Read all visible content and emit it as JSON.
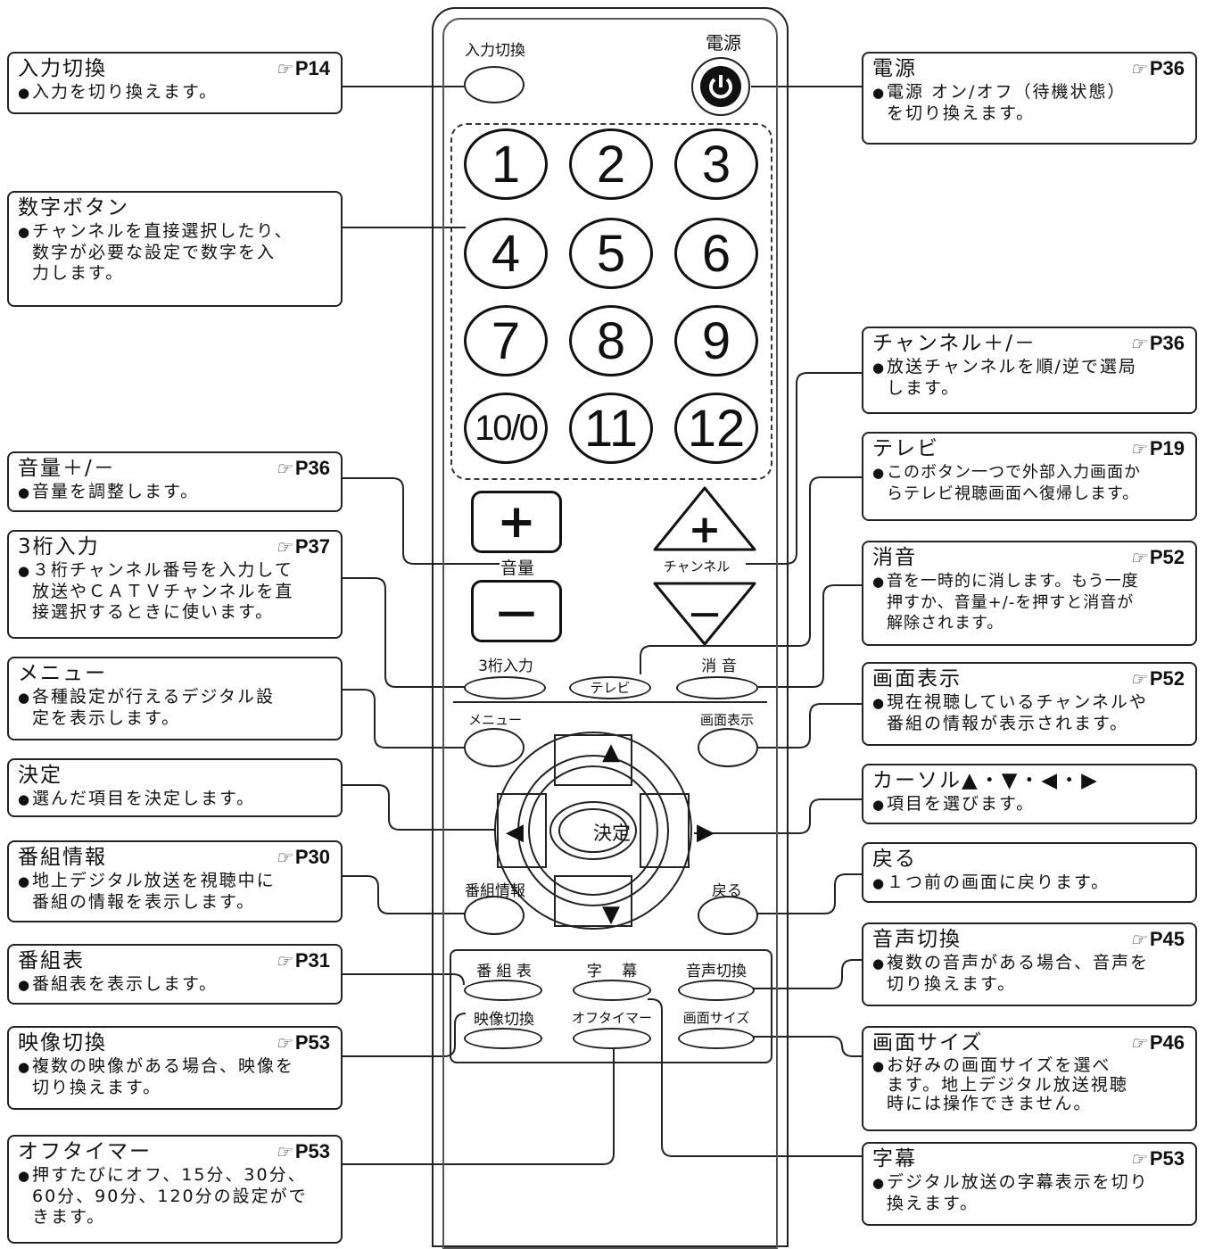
{
  "remote": {
    "labels": {
      "input_switch": "入力切換",
      "power": "電源",
      "volume": "音量",
      "channel": "チャンネル",
      "three_digit": "3桁入力",
      "tv": "テレビ",
      "mute": "消 音",
      "menu": "メニュー",
      "screen_display": "画面表示",
      "enter": "決定",
      "program_info": "番組情報",
      "back": "戻る",
      "epg": "番 組 表",
      "subtitle": "字　 幕",
      "audio_switch": "音声切換",
      "video_switch": "映像切換",
      "off_timer": "オフタイマー",
      "screen_size": "画面サイズ"
    },
    "numbers": [
      "1",
      "2",
      "3",
      "4",
      "5",
      "6",
      "7",
      "8",
      "9",
      "10/0",
      "11",
      "12"
    ],
    "plus": "+",
    "minus": "－",
    "up": "▲",
    "down": "▼",
    "left": "◀",
    "right": "▶"
  },
  "callouts": {
    "left": [
      {
        "title": "入力切換",
        "ref": "P14",
        "desc": [
          "入力を切り換えます。"
        ]
      },
      {
        "title": "数字ボタン",
        "ref": "",
        "desc": [
          "チャンネルを直接選択したり、",
          "数字が必要な設定で数字を入",
          "力します。"
        ]
      },
      {
        "title": "音量＋/－",
        "ref": "P36",
        "desc": [
          "音量を調整します。"
        ]
      },
      {
        "title": "3桁入力",
        "ref": "P37",
        "desc": [
          "３桁チャンネル番号を入力して",
          "放送やＣＡＴＶチャンネルを直",
          "接選択するときに使います。"
        ]
      },
      {
        "title": "メニュー",
        "ref": "",
        "desc": [
          "各種設定が行えるデジタル設",
          "定を表示します。"
        ]
      },
      {
        "title": "決定",
        "ref": "",
        "desc": [
          "選んだ項目を決定します。"
        ]
      },
      {
        "title": "番組情報",
        "ref": "P30",
        "desc": [
          "地上デジタル放送を視聴中に",
          "番組の情報を表示します。"
        ]
      },
      {
        "title": "番組表",
        "ref": "P31",
        "desc": [
          "番組表を表示します。"
        ]
      },
      {
        "title": "映像切換",
        "ref": "P53",
        "desc": [
          "複数の映像がある場合、映像を",
          "切り換えます。"
        ]
      },
      {
        "title": "オフタイマー",
        "ref": "P53",
        "desc": [
          "押すたびにオフ、15分、30分、",
          "60分、90分、120分の設定がで",
          "きます。"
        ]
      }
    ],
    "right": [
      {
        "title": "電源",
        "ref": "P36",
        "desc": [
          "電源 オン/オフ（待機状態）",
          "を切り換えます。"
        ]
      },
      {
        "title": "チャンネル＋/－",
        "ref": "P36",
        "desc": [
          "放送チャンネルを順/逆で選局",
          "します。"
        ]
      },
      {
        "title": "テレビ",
        "ref": "P19",
        "desc": [
          "このボタン一つで外部入力画面か",
          "らテレビ視聴画面へ復帰します。"
        ]
      },
      {
        "title": "消音",
        "ref": "P52",
        "desc": [
          "音を一時的に消します。もう一度",
          "押すか、音量+/-を押すと消音が",
          "解除されます。"
        ]
      },
      {
        "title": "画面表示",
        "ref": "P52",
        "desc": [
          "現在視聴しているチャンネルや",
          "番組の情報が表示されます。"
        ]
      },
      {
        "title": "カーソル▲・▼・◀・▶",
        "ref": "",
        "desc": [
          "項目を選びます。"
        ]
      },
      {
        "title": "戻る",
        "ref": "",
        "desc": [
          "１つ前の画面に戻ります。"
        ]
      },
      {
        "title": "音声切換",
        "ref": "P45",
        "desc": [
          "複数の音声がある場合、音声を",
          "切り換えます。"
        ]
      },
      {
        "title": "画面サイズ",
        "ref": "P46",
        "desc": [
          "お好みの画面サイズを選べ",
          "ます。地上デジタル放送視聴",
          "時には操作できません。"
        ]
      },
      {
        "title": "字幕",
        "ref": "P53",
        "desc": [
          "デジタル放送の字幕表示を切り",
          "換えます。"
        ]
      }
    ]
  },
  "icons": {
    "reference_hand": "pointing-hand-icon",
    "power": "power-icon"
  }
}
